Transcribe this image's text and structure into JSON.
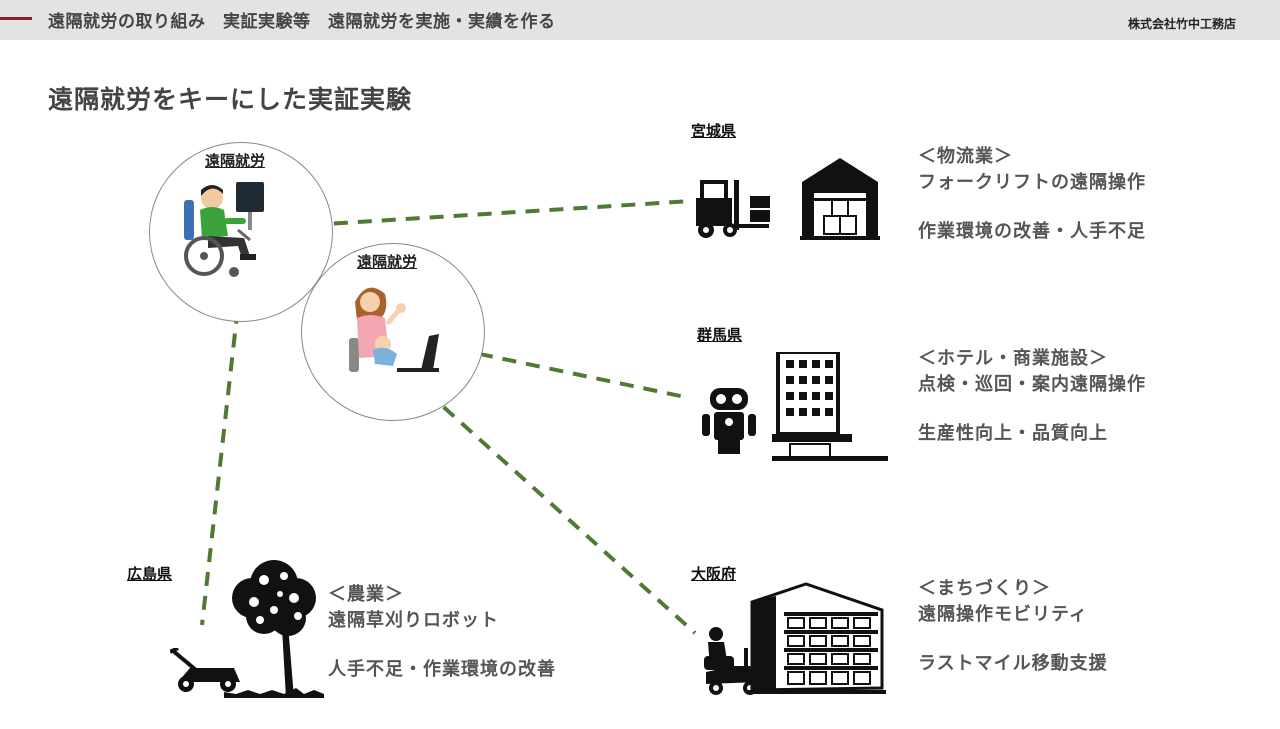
{
  "header": {
    "heading": "遠隔就労の取り組み　実証実験等　遠隔就労を実施・実績を作る",
    "company": "株式会社竹中工務店",
    "accent_color": "#8b1a2b"
  },
  "title": "遠隔就労をキーにした実証実験",
  "workers": [
    {
      "label": "遠隔就労",
      "icon": "wheelchair-worker-icon"
    },
    {
      "label": "遠隔就労",
      "icon": "mother-with-baby-worker-icon"
    }
  ],
  "sites": [
    {
      "prefecture": "宮城県",
      "category": "＜物流業＞",
      "task": "フォークリフトの遠隔操作",
      "benefit": "作業環境の改善・人手不足",
      "icons": [
        "forklift-icon",
        "warehouse-icon"
      ]
    },
    {
      "prefecture": "群馬県",
      "category": "＜ホテル・商業施設＞",
      "task": "点検・巡回・案内遠隔操作",
      "benefit": "生産性向上・品質向上",
      "icons": [
        "robot-icon",
        "building-icon"
      ]
    },
    {
      "prefecture": "大阪府",
      "category": "＜まちづくり＞",
      "task": "遠隔操作モビリティ",
      "benefit": "ラストマイル移動支援",
      "icons": [
        "mobility-scooter-icon",
        "apartment-icon"
      ]
    },
    {
      "prefecture": "広島県",
      "category": "＜農業＞",
      "task": "遠隔草刈りロボット",
      "benefit": "人手不足・作業環境の改善",
      "icons": [
        "lawn-mower-icon",
        "tree-icon"
      ]
    }
  ],
  "connector_color": "#4e7a31"
}
